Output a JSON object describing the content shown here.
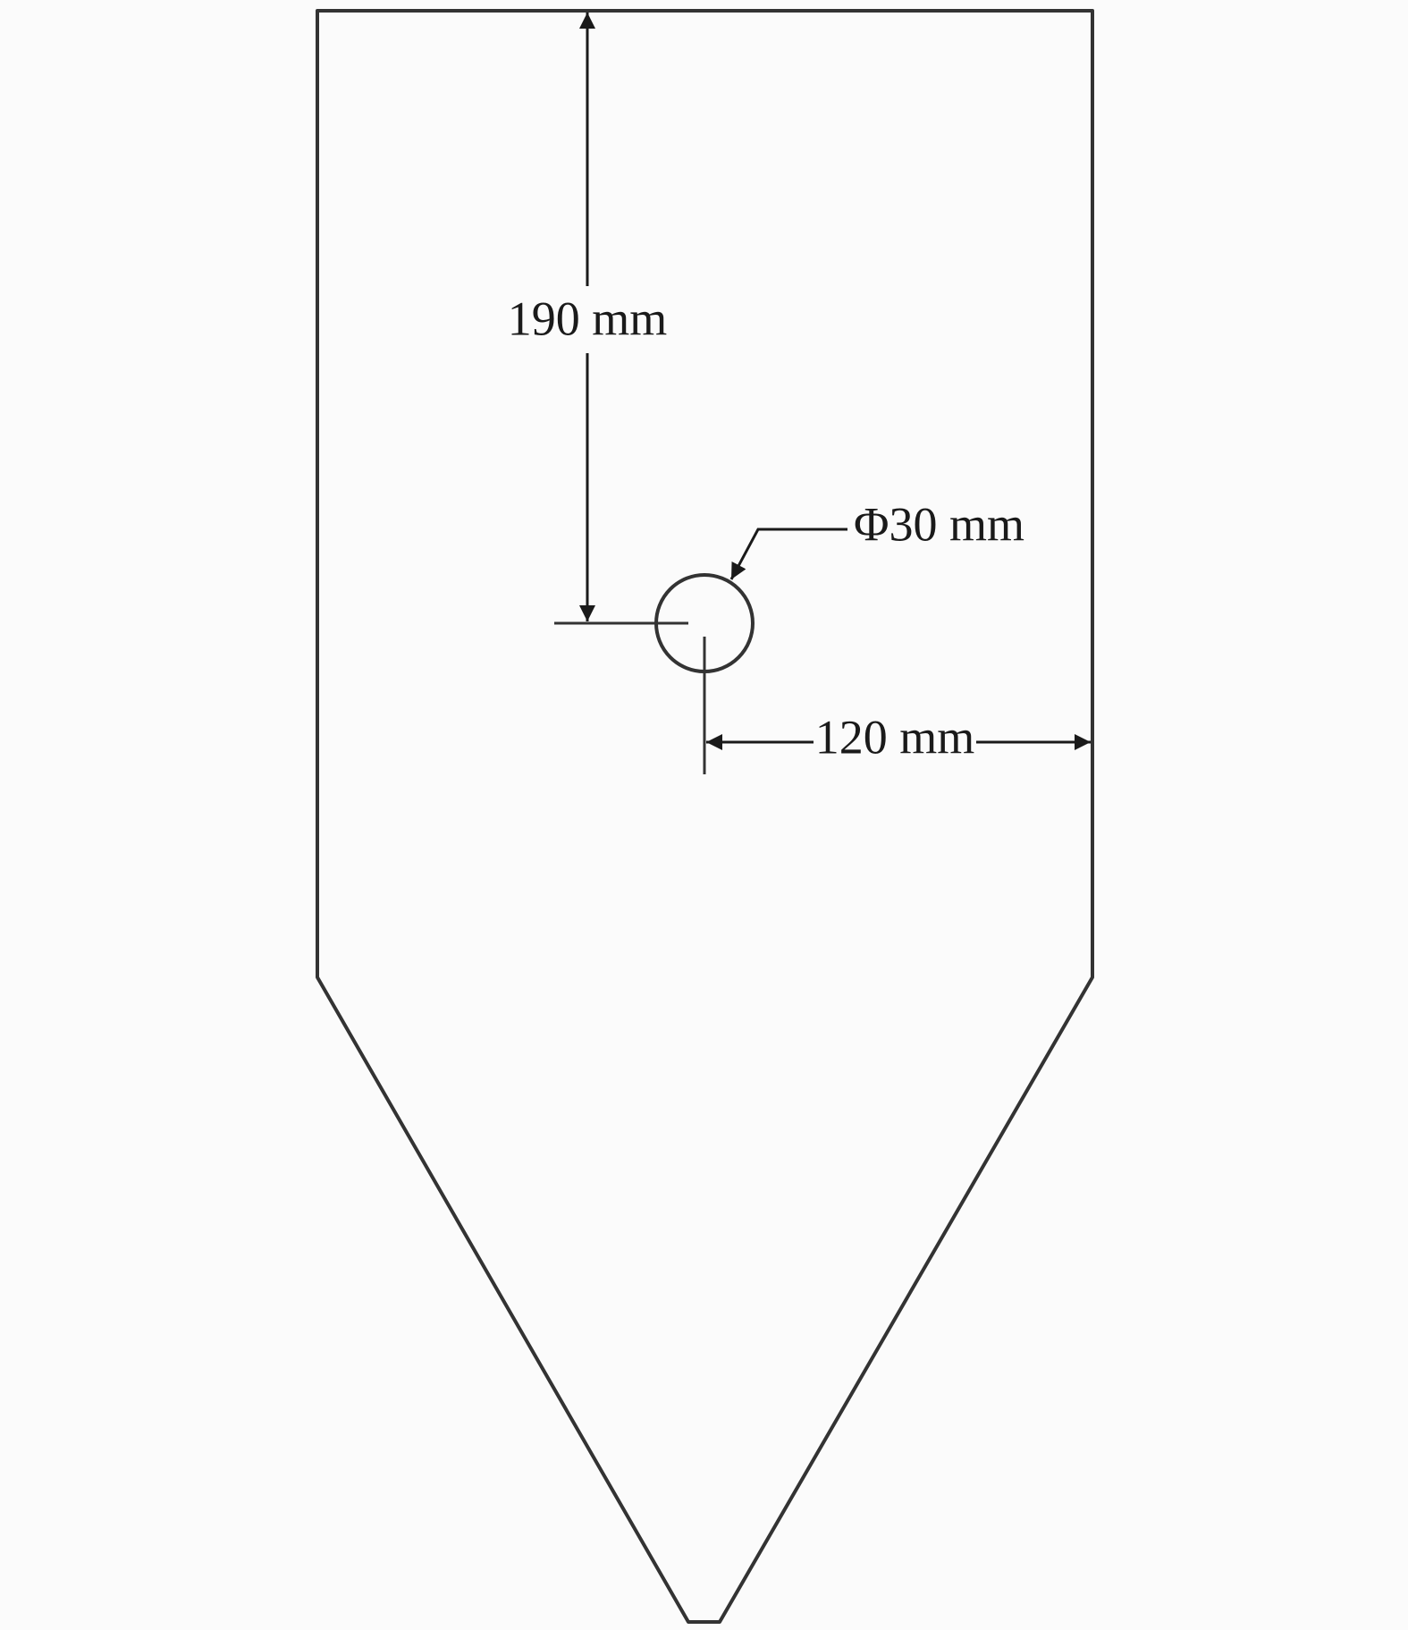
{
  "diagram": {
    "colors": {
      "background": "#fbfbfb",
      "stroke": "#333333",
      "text": "#1a1a1a"
    },
    "dimensions": {
      "height_from_top": "190 mm",
      "hole_diameter": "Φ30 mm",
      "distance_to_right_wall": "120 mm"
    }
  }
}
